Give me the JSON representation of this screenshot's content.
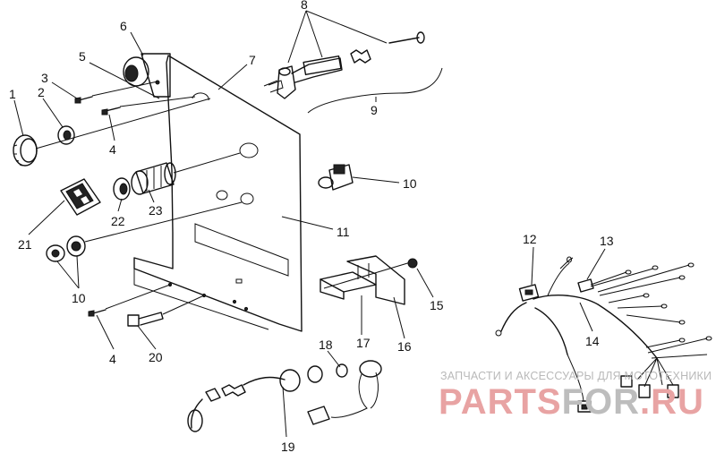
{
  "callouts": [
    {
      "id": "c1",
      "text": "1"
    },
    {
      "id": "c2",
      "text": "2"
    },
    {
      "id": "c3",
      "text": "3"
    },
    {
      "id": "c4a",
      "text": "4"
    },
    {
      "id": "c4b",
      "text": "4"
    },
    {
      "id": "c5",
      "text": "5"
    },
    {
      "id": "c6",
      "text": "6"
    },
    {
      "id": "c7",
      "text": "7"
    },
    {
      "id": "c8",
      "text": "8"
    },
    {
      "id": "c9",
      "text": "9"
    },
    {
      "id": "c10a",
      "text": "10"
    },
    {
      "id": "c10b",
      "text": "10"
    },
    {
      "id": "c11",
      "text": "11"
    },
    {
      "id": "c12",
      "text": "12"
    },
    {
      "id": "c13",
      "text": "13"
    },
    {
      "id": "c14",
      "text": "14"
    },
    {
      "id": "c15",
      "text": "15"
    },
    {
      "id": "c16",
      "text": "16"
    },
    {
      "id": "c17",
      "text": "17"
    },
    {
      "id": "c18",
      "text": "18"
    },
    {
      "id": "c19",
      "text": "19"
    },
    {
      "id": "c20",
      "text": "20"
    },
    {
      "id": "c21",
      "text": "21"
    },
    {
      "id": "c22",
      "text": "22"
    },
    {
      "id": "c23",
      "text": "23"
    }
  ],
  "watermark": {
    "tagline": "ЗАПЧАСТИ И АКСЕССУАРЫ ДЛЯ МОТОТЕХНИКИ",
    "logo_part1": "PARTS",
    "logo_part2": "FOR",
    "logo_part3": ".RU",
    "colors": {
      "red": "#e8a3a3",
      "gray": "#bdbdbd"
    }
  }
}
